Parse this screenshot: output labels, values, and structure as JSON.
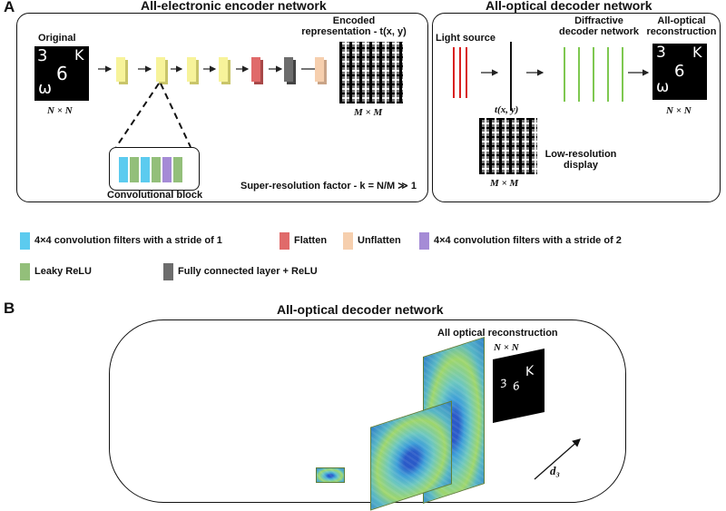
{
  "panel_a": {
    "letter": "A",
    "encoder_title": "All-electronic encoder network",
    "decoder_title": "All-optical decoder network",
    "original_label": "Original",
    "original_dim": "N × N",
    "encoded_label_1": "Encoded",
    "encoded_label_2": "representation - t(x, y)",
    "encoded_dim": "M × M",
    "conv_block_label": "Convolutional block",
    "super_res_label": "Super-resolution factor - k = N/M ≫ 1",
    "light_source_label": "Light source",
    "diffractive_label_1": "Diffractive",
    "diffractive_label_2": "decoder network",
    "reconstruction_label_1": "All-optical",
    "reconstruction_label_2": "reconstruction",
    "reconstruction_dim": "N × N",
    "display_t_label": "t(x, y)",
    "display_dim": "M × M",
    "display_label_1": "Low-resolution",
    "display_label_2": "display",
    "digits": [
      "3",
      "6",
      "K",
      "ω"
    ]
  },
  "legend": [
    {
      "label": "4×4 convolution filters with a stride of 1",
      "color": "#5ccbef"
    },
    {
      "label": "Flatten",
      "color": "#e06a6a"
    },
    {
      "label": "Unflatten",
      "color": "#f6cfae"
    },
    {
      "label": "4×4 convolution filters with a stride of 2",
      "color": "#a58bd6"
    },
    {
      "label": "Leaky ReLU",
      "color": "#93bf7a"
    },
    {
      "label": "Fully connected layer + ReLU",
      "color": "#6d6d6d"
    }
  ],
  "panel_b": {
    "letter": "B",
    "title": "All-optical decoder network",
    "reconstruction_label": "All optical reconstruction",
    "reconstruction_dim": "N × N",
    "distance_label": "d₃"
  },
  "colors": {
    "conv": "#f7f39a",
    "flatten": "#e06a6a",
    "fc": "#6d6d6d",
    "unflatten": "#f6cfae",
    "laser": "#d92020",
    "diffractive": "#7ec850"
  }
}
